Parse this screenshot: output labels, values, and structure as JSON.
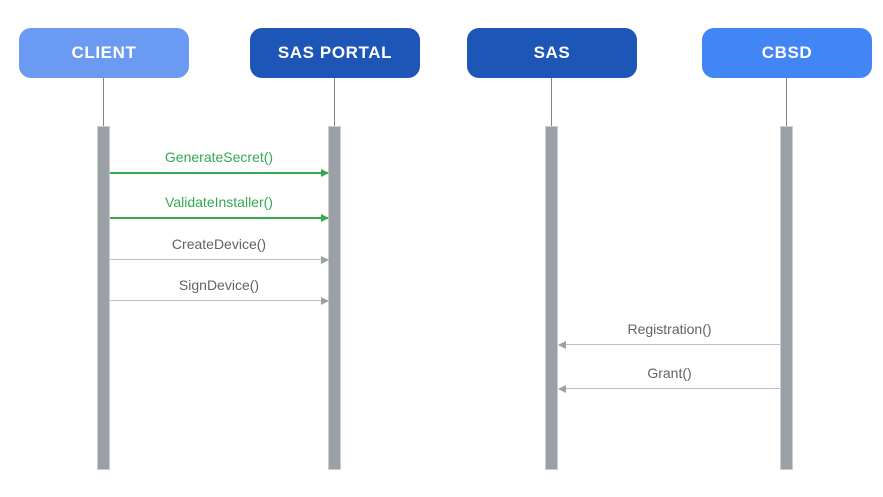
{
  "diagram": {
    "type": "sequence-diagram",
    "background": "#ffffff"
  },
  "actors": [
    {
      "label": "CLIENT"
    },
    {
      "label": "SAS PORTAL"
    },
    {
      "label": "SAS"
    },
    {
      "label": "CBSD"
    }
  ],
  "messages": [
    {
      "label": "GenerateSecret()",
      "from": "CLIENT",
      "to": "SAS PORTAL",
      "direction": "right",
      "color": "#34a853"
    },
    {
      "label": "ValidateInstaller()",
      "from": "CLIENT",
      "to": "SAS PORTAL",
      "direction": "right",
      "color": "#34a853"
    },
    {
      "label": "CreateDevice()",
      "from": "CLIENT",
      "to": "SAS PORTAL",
      "direction": "right",
      "color": "#5f6368"
    },
    {
      "label": "SignDevice()",
      "from": "CLIENT",
      "to": "SAS PORTAL",
      "direction": "right",
      "color": "#5f6368"
    },
    {
      "label": "Registration()",
      "from": "CBSD",
      "to": "SAS",
      "direction": "left",
      "color": "#5f6368"
    },
    {
      "label": "Grant()",
      "from": "CBSD",
      "to": "SAS",
      "direction": "left",
      "color": "#5f6368"
    }
  ],
  "colors": {
    "actor_light": "#6a9af2",
    "actor_medium": "#4285f4",
    "actor_dark": "#1e56b8",
    "actor_text": "#ffffff",
    "msg_green": "#34a853",
    "text_gray": "#5f6368",
    "line_gray": "#bdc1c6",
    "arrow_gray": "#9aa0a6",
    "activation_fill": "#9aa0a6",
    "activation_border": "#c9ccd0",
    "lifeline": "#80868b"
  }
}
